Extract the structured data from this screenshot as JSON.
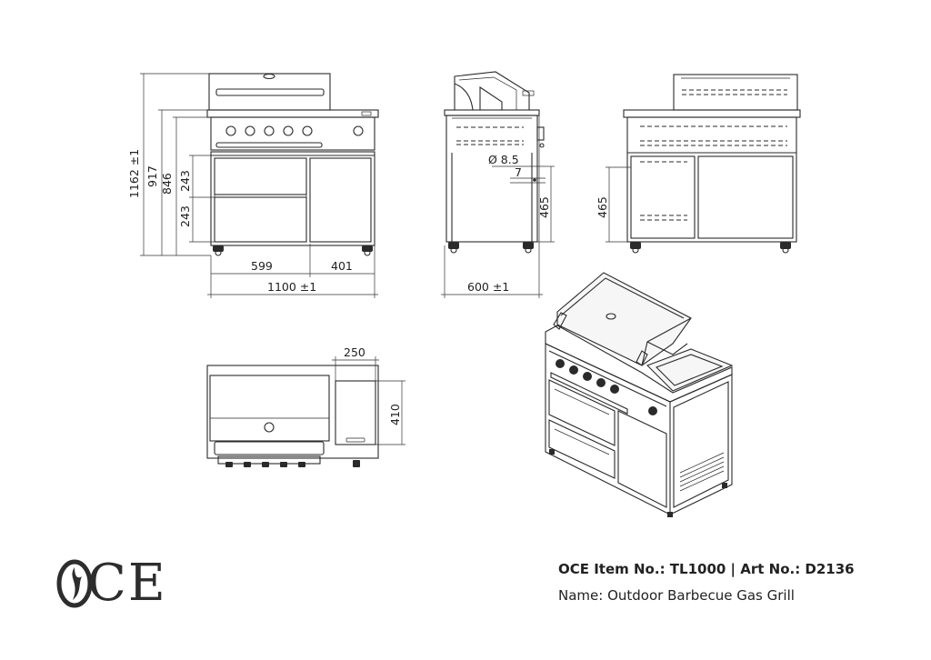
{
  "dimensions": {
    "front_total_height": "1162 ±1",
    "front_body_height": "917",
    "front_cabinet_height": "846",
    "drawer_upper_height": "243",
    "drawer_lower_height": "243",
    "left_width": "599",
    "right_width": "401",
    "total_width": "1100 ±1",
    "hole_diameter": "Ø 8.5",
    "hole_offset": "7",
    "side_height": "465",
    "side_depth": "600 ±1",
    "rear_height": "465",
    "top_side_width": "250",
    "top_side_depth": "410"
  },
  "title_block": {
    "item_line": "OCE Item No.: TL1000 | Art No.: D2136",
    "name_line": "Name: Outdoor Barbecue Gas Grill"
  },
  "logo": {
    "text": "CE",
    "mark": "flame-O-icon"
  }
}
